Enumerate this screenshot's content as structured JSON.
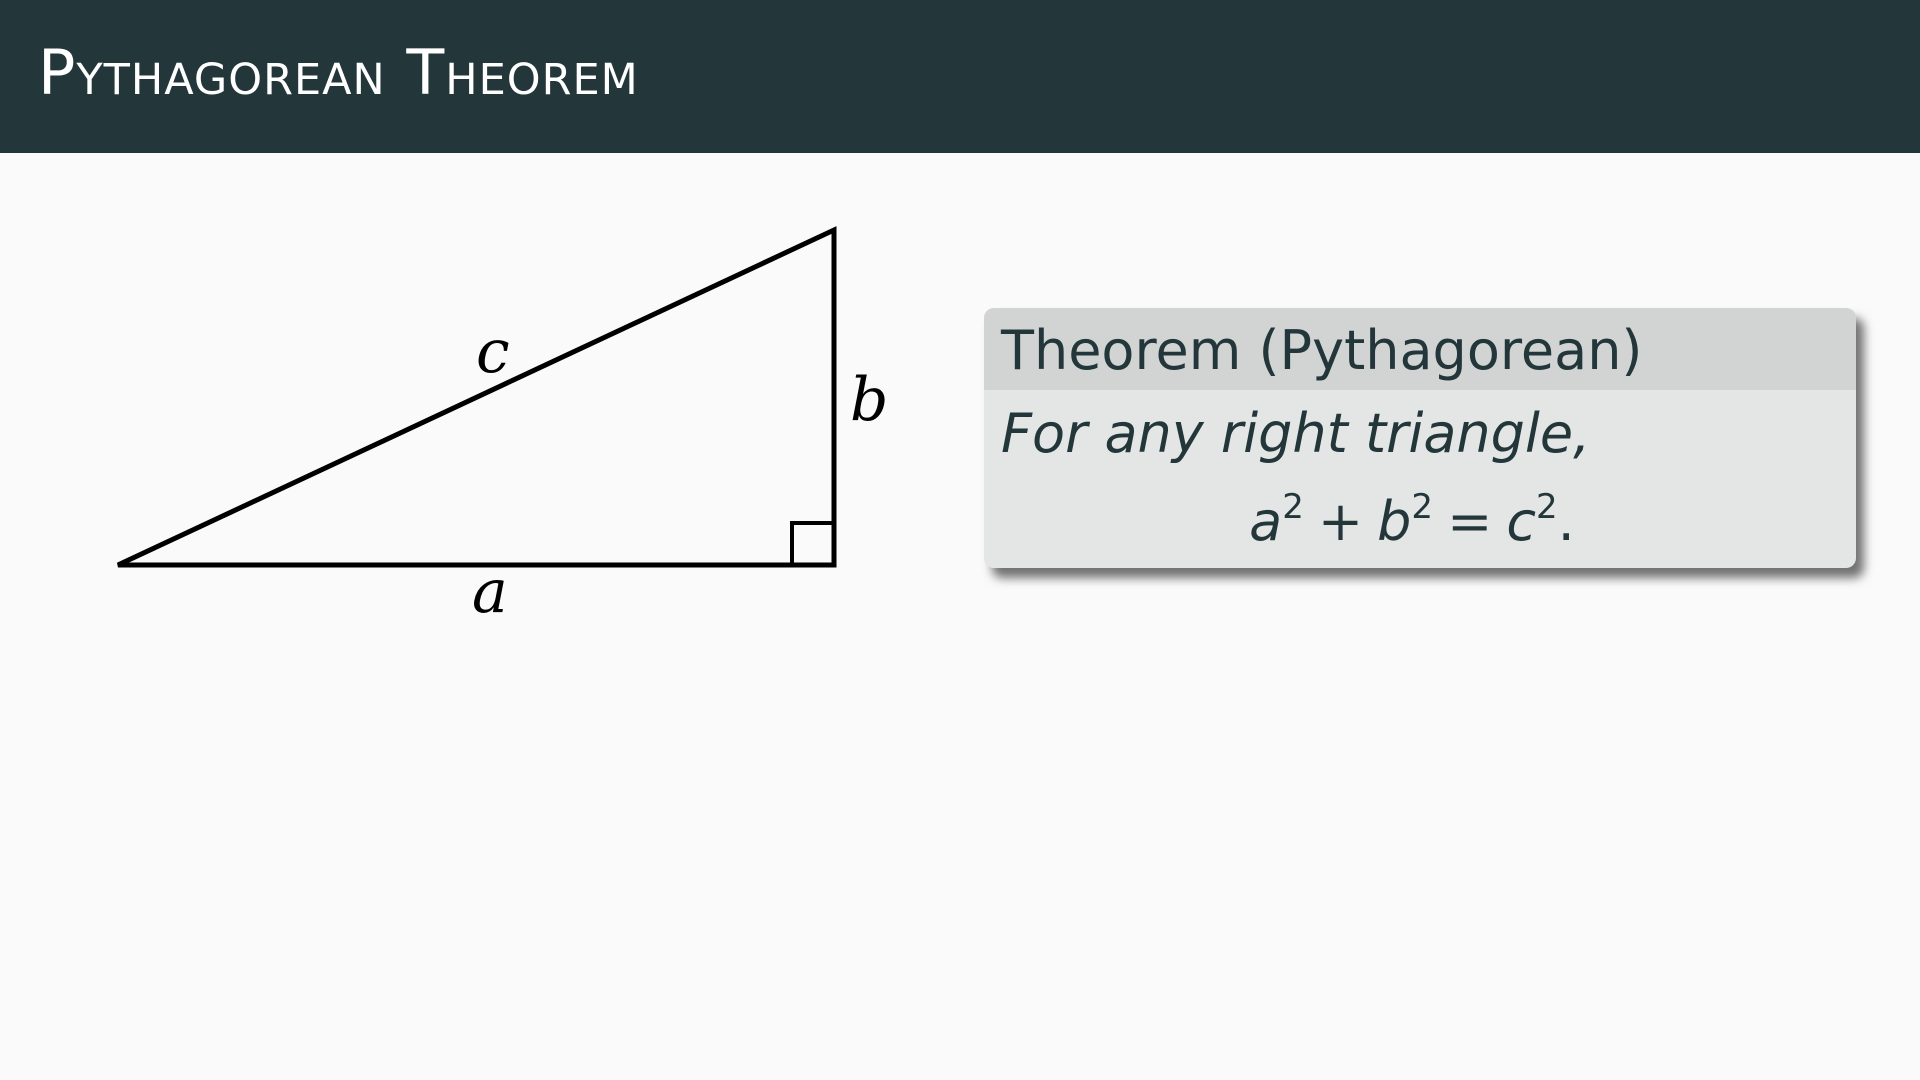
{
  "title": "Pythagorean Theorem",
  "figure": {
    "side_labels": {
      "hypotenuse": "c",
      "vertical_leg": "b",
      "horizontal_leg": "a"
    }
  },
  "theorem": {
    "heading": "Theorem (Pythagorean)",
    "statement": "For any right triangle,",
    "formula": {
      "term1": "a",
      "exp1": "2",
      "op1": "+",
      "term2": "b",
      "exp2": "2",
      "op2": "=",
      "term3": "c",
      "exp3": "2",
      "end": "."
    }
  },
  "colors": {
    "title_bar": "#23373b",
    "background": "#fafafa",
    "block_header": "#d2d4d4",
    "block_body": "#e4e6e6"
  }
}
